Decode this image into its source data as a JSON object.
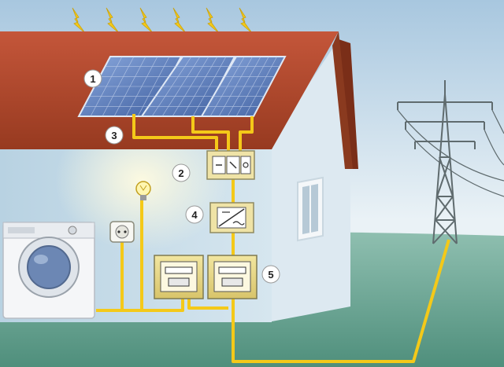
{
  "diagram": {
    "colors": {
      "sky_top": "#a8c7df",
      "sky_bottom": "#eaf2f6",
      "ground": "#5e9a8a",
      "roof": "#b24a2c",
      "house_wall": "#c8dcea",
      "wire": "#f4c919",
      "panel": "#5d7fbf"
    },
    "callouts": [
      {
        "id": "1",
        "label": "1"
      },
      {
        "id": "2",
        "label": "2"
      },
      {
        "id": "3",
        "label": "3"
      },
      {
        "id": "4",
        "label": "4"
      },
      {
        "id": "5",
        "label": "5"
      }
    ],
    "components": [
      {
        "callout": "1",
        "icon": "solar-panel-icon"
      },
      {
        "callout": "2",
        "icon": "junction-box-icon"
      },
      {
        "callout": "3",
        "icon": "cable-icon"
      },
      {
        "callout": "4",
        "icon": "inverter-icon"
      },
      {
        "callout": "5",
        "icon": "electricity-meter-icon"
      }
    ],
    "devices": [
      "light-bulb-icon",
      "power-socket-icon",
      "washing-machine-icon",
      "power-pylon-icon"
    ]
  }
}
